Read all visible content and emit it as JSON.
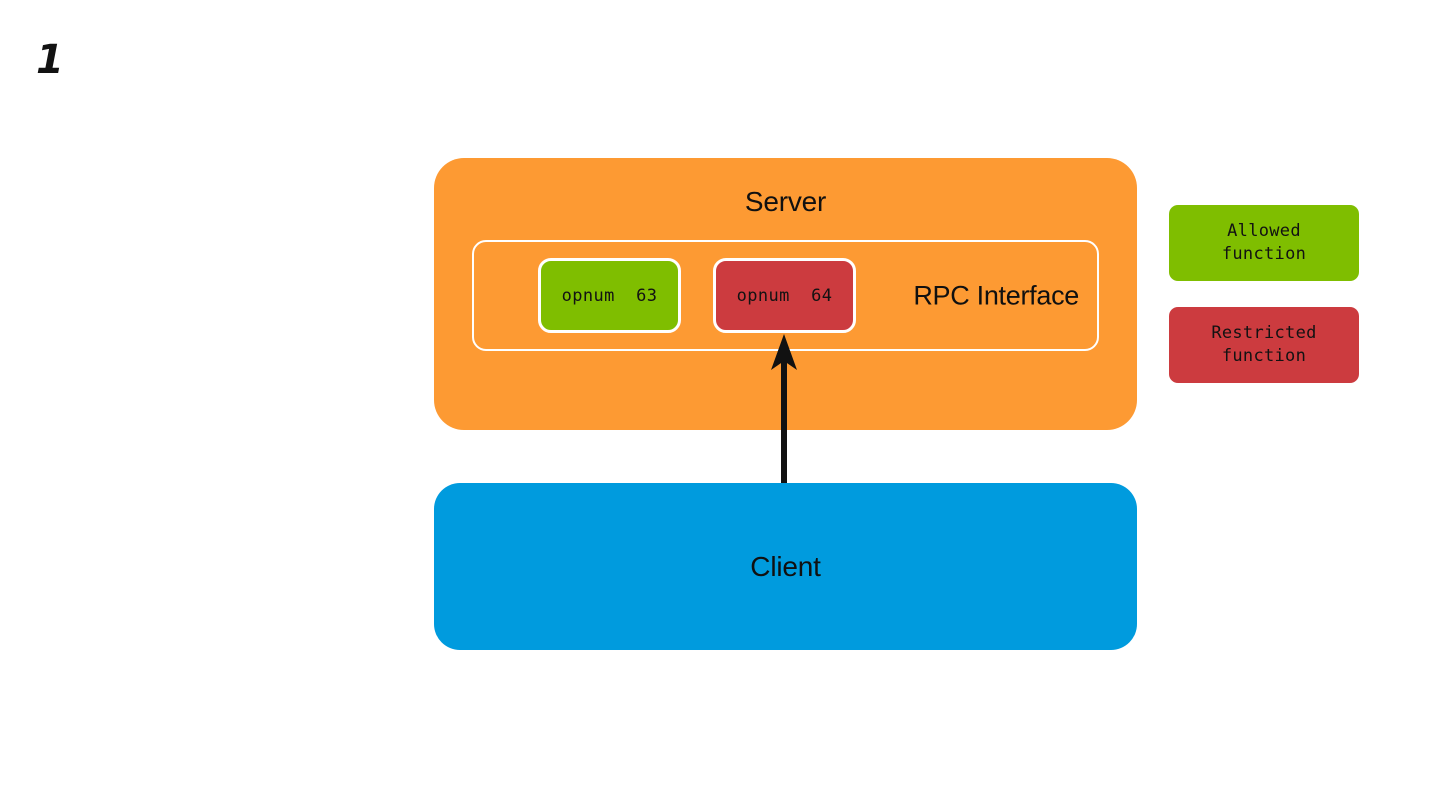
{
  "slide": {
    "number": "1",
    "background_color": "#ffffff"
  },
  "colors": {
    "server": "#fd9a33",
    "client": "#009bde",
    "allowed": "#7fbe00",
    "restricted": "#cc3b3f",
    "text": "#121212",
    "panel_border": "#ffffff",
    "arrow": "#111111"
  },
  "server": {
    "title": "Server",
    "rpc_interface": {
      "label": "RPC Interface",
      "functions": [
        {
          "label": "opnum  63",
          "status": "allowed",
          "color": "#7fbe00"
        },
        {
          "label": "opnum  64",
          "status": "restricted",
          "color": "#cc3b3f"
        }
      ]
    }
  },
  "client": {
    "title": "Client"
  },
  "arrow": {
    "name": "client-to-opnum64-arrow",
    "direction": "up",
    "from": "Client",
    "to": "opnum  64"
  },
  "legend": {
    "items": [
      {
        "line1": "Allowed",
        "line2": "function",
        "color": "#7fbe00"
      },
      {
        "line1": "Restricted",
        "line2": "function",
        "color": "#cc3b3f"
      }
    ]
  }
}
